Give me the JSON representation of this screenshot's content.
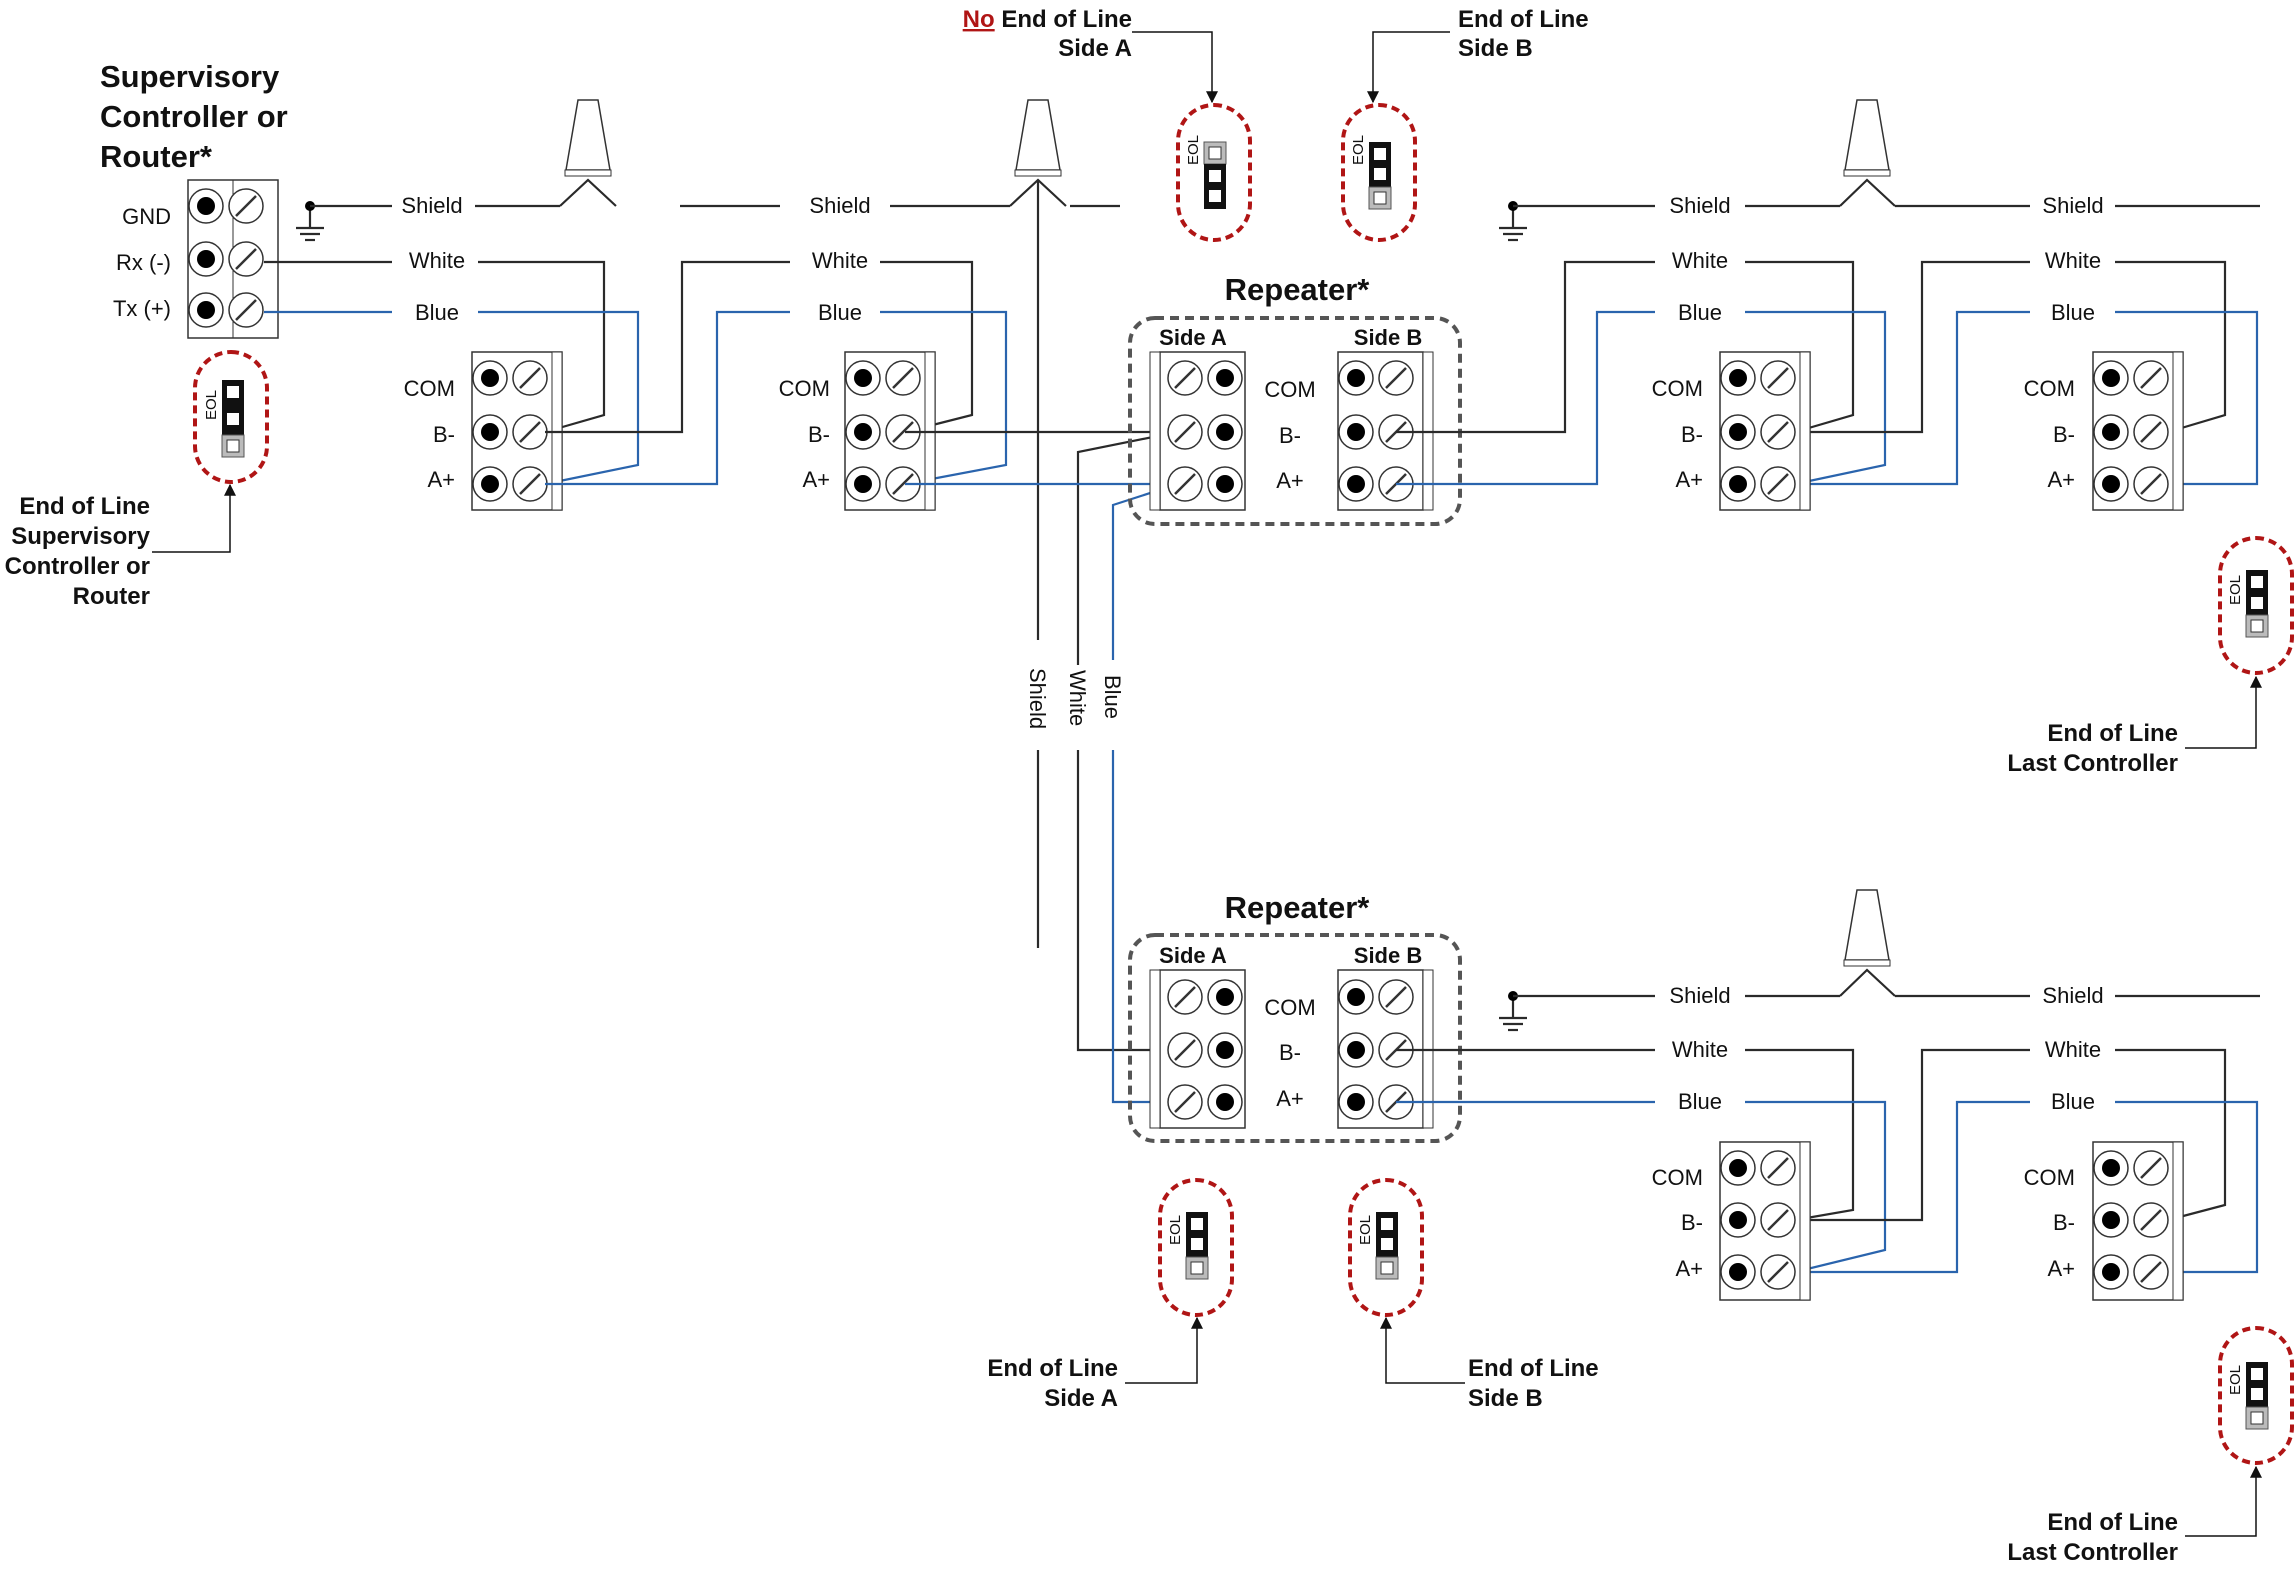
{
  "title": [
    "Supervisory",
    "Controller or",
    "Router*"
  ],
  "supervisory_terminals": [
    "GND",
    "Rx (-)",
    "Tx (+)"
  ],
  "device_terminals": [
    "COM",
    "B-",
    "A+"
  ],
  "wires": {
    "shield": "Shield",
    "white": "White",
    "blue": "Blue"
  },
  "repeater": {
    "title": "Repeater*",
    "side_a": "Side A",
    "side_b": "Side B",
    "terminals": [
      "COM",
      "B-",
      "A+"
    ]
  },
  "eol_tag": "EOL",
  "callouts": {
    "supervisory": [
      "End of Line",
      "Supervisory",
      "Controller or",
      "Router"
    ],
    "top_side_a_no": "No",
    "top_side_a_line1": " End of Line",
    "top_side_a_line2": "Side A",
    "top_side_b": [
      "End of Line",
      "Side B"
    ],
    "last_controller_top": [
      "End of Line",
      "Last Controller"
    ],
    "bottom_side_a": [
      "End of Line",
      "Side A"
    ],
    "bottom_side_b": [
      "End of Line",
      "Side B"
    ],
    "last_controller_bottom": [
      "End of Line",
      "Last Controller"
    ]
  },
  "colors": {
    "wire_black": "#2a2a2a",
    "wire_blue": "#2a64ad",
    "eol_border": "#b01515",
    "repeater_border": "#555555"
  }
}
